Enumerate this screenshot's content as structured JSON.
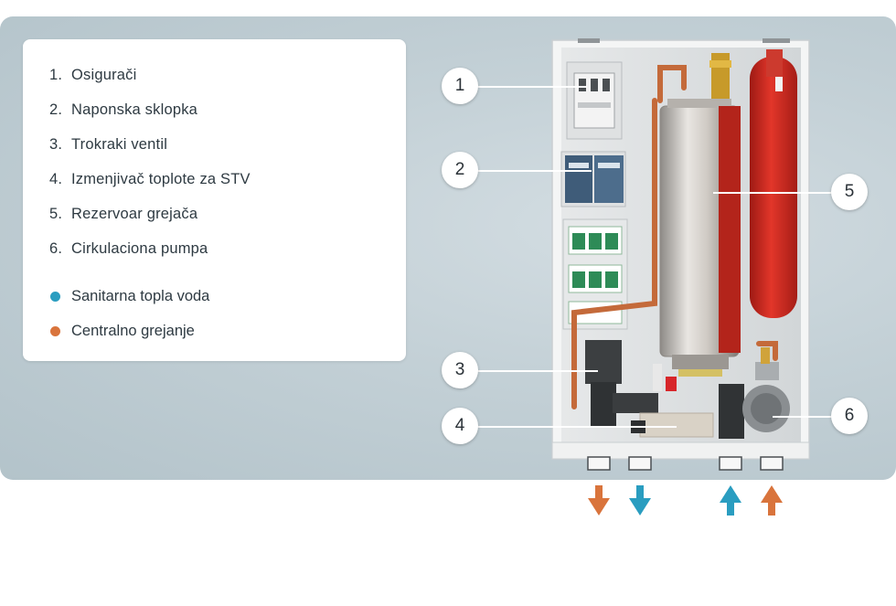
{
  "legend": {
    "items": [
      {
        "num": "1.",
        "label": "Osigurači"
      },
      {
        "num": "2.",
        "label": "Naponska sklopka"
      },
      {
        "num": "3.",
        "label": "Trokraki ventil"
      },
      {
        "num": "4.",
        "label": "Izmenjivač toplote za STV"
      },
      {
        "num": "5.",
        "label": "Rezervoar grejača"
      },
      {
        "num": "6.",
        "label": "Cirkulaciona pumpa"
      }
    ],
    "flows": [
      {
        "label": "Sanitarna topla voda",
        "color": "#2a9dc0"
      },
      {
        "label": "Centralno grejanje",
        "color": "#d9743c"
      }
    ]
  },
  "callouts": [
    "1",
    "2",
    "3",
    "4",
    "5",
    "6"
  ],
  "arrows": [
    {
      "direction": "down",
      "flow": "Centralno grejanje",
      "color": "#d9743c"
    },
    {
      "direction": "down",
      "flow": "Sanitarna topla voda",
      "color": "#2a9dc0"
    },
    {
      "direction": "up",
      "flow": "Sanitarna topla voda",
      "color": "#2a9dc0"
    },
    {
      "direction": "up",
      "flow": "Centralno grejanje",
      "color": "#d9743c"
    }
  ]
}
